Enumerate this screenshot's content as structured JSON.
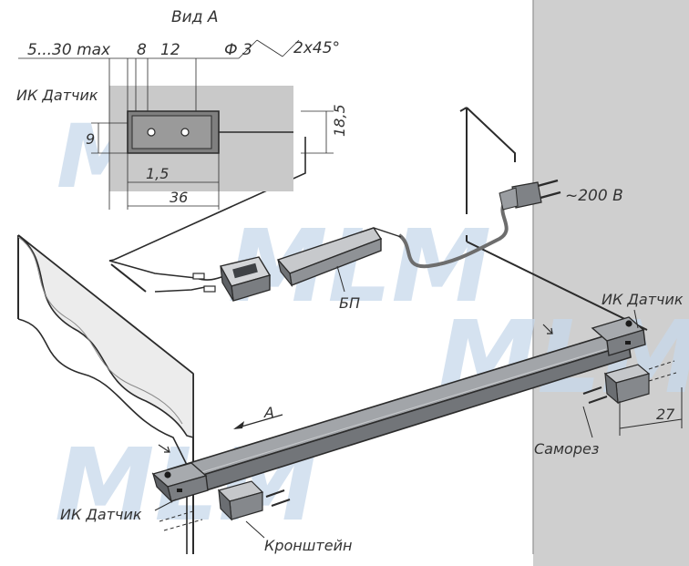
{
  "colors": {
    "wall": "#cfcfcf",
    "wall_edge": "#9c9c9c",
    "line": "#2b2b2b",
    "profile_top": "#a2a5a9",
    "profile_front": "#727579",
    "module": "#909398",
    "detail_panel": "#c9c9c9",
    "watermark": "#c7d9ec",
    "text": "#333333"
  },
  "icons": {
    "plug": "power-plug-icon",
    "power_supply": "power-supply-icon",
    "sensor": "ir-sensor-icon",
    "bracket": "mounting-bracket-icon",
    "screw": "screw-icon"
  },
  "detail": {
    "title": "Вид А",
    "dim_range": "5...30 max",
    "dim_8": "8",
    "dim_12": "12",
    "dim_diameter": "Ф 3",
    "dim_chamfer": "2x45°",
    "dim_9": "9",
    "dim_18_5": "18,5",
    "dim_1_5": "1,5",
    "dim_36": "36",
    "sensor_label": "ИК Датчик"
  },
  "labels": {
    "voltage": "~200 В",
    "power_supply": "БП",
    "sensor_right": "ИК Датчик",
    "sensor_left": "ИК Датчик",
    "view_arrow": "А",
    "screw": "Саморез",
    "bracket": "Кронштейн",
    "dim_27": "27"
  },
  "watermark": {
    "text": "MLM"
  }
}
